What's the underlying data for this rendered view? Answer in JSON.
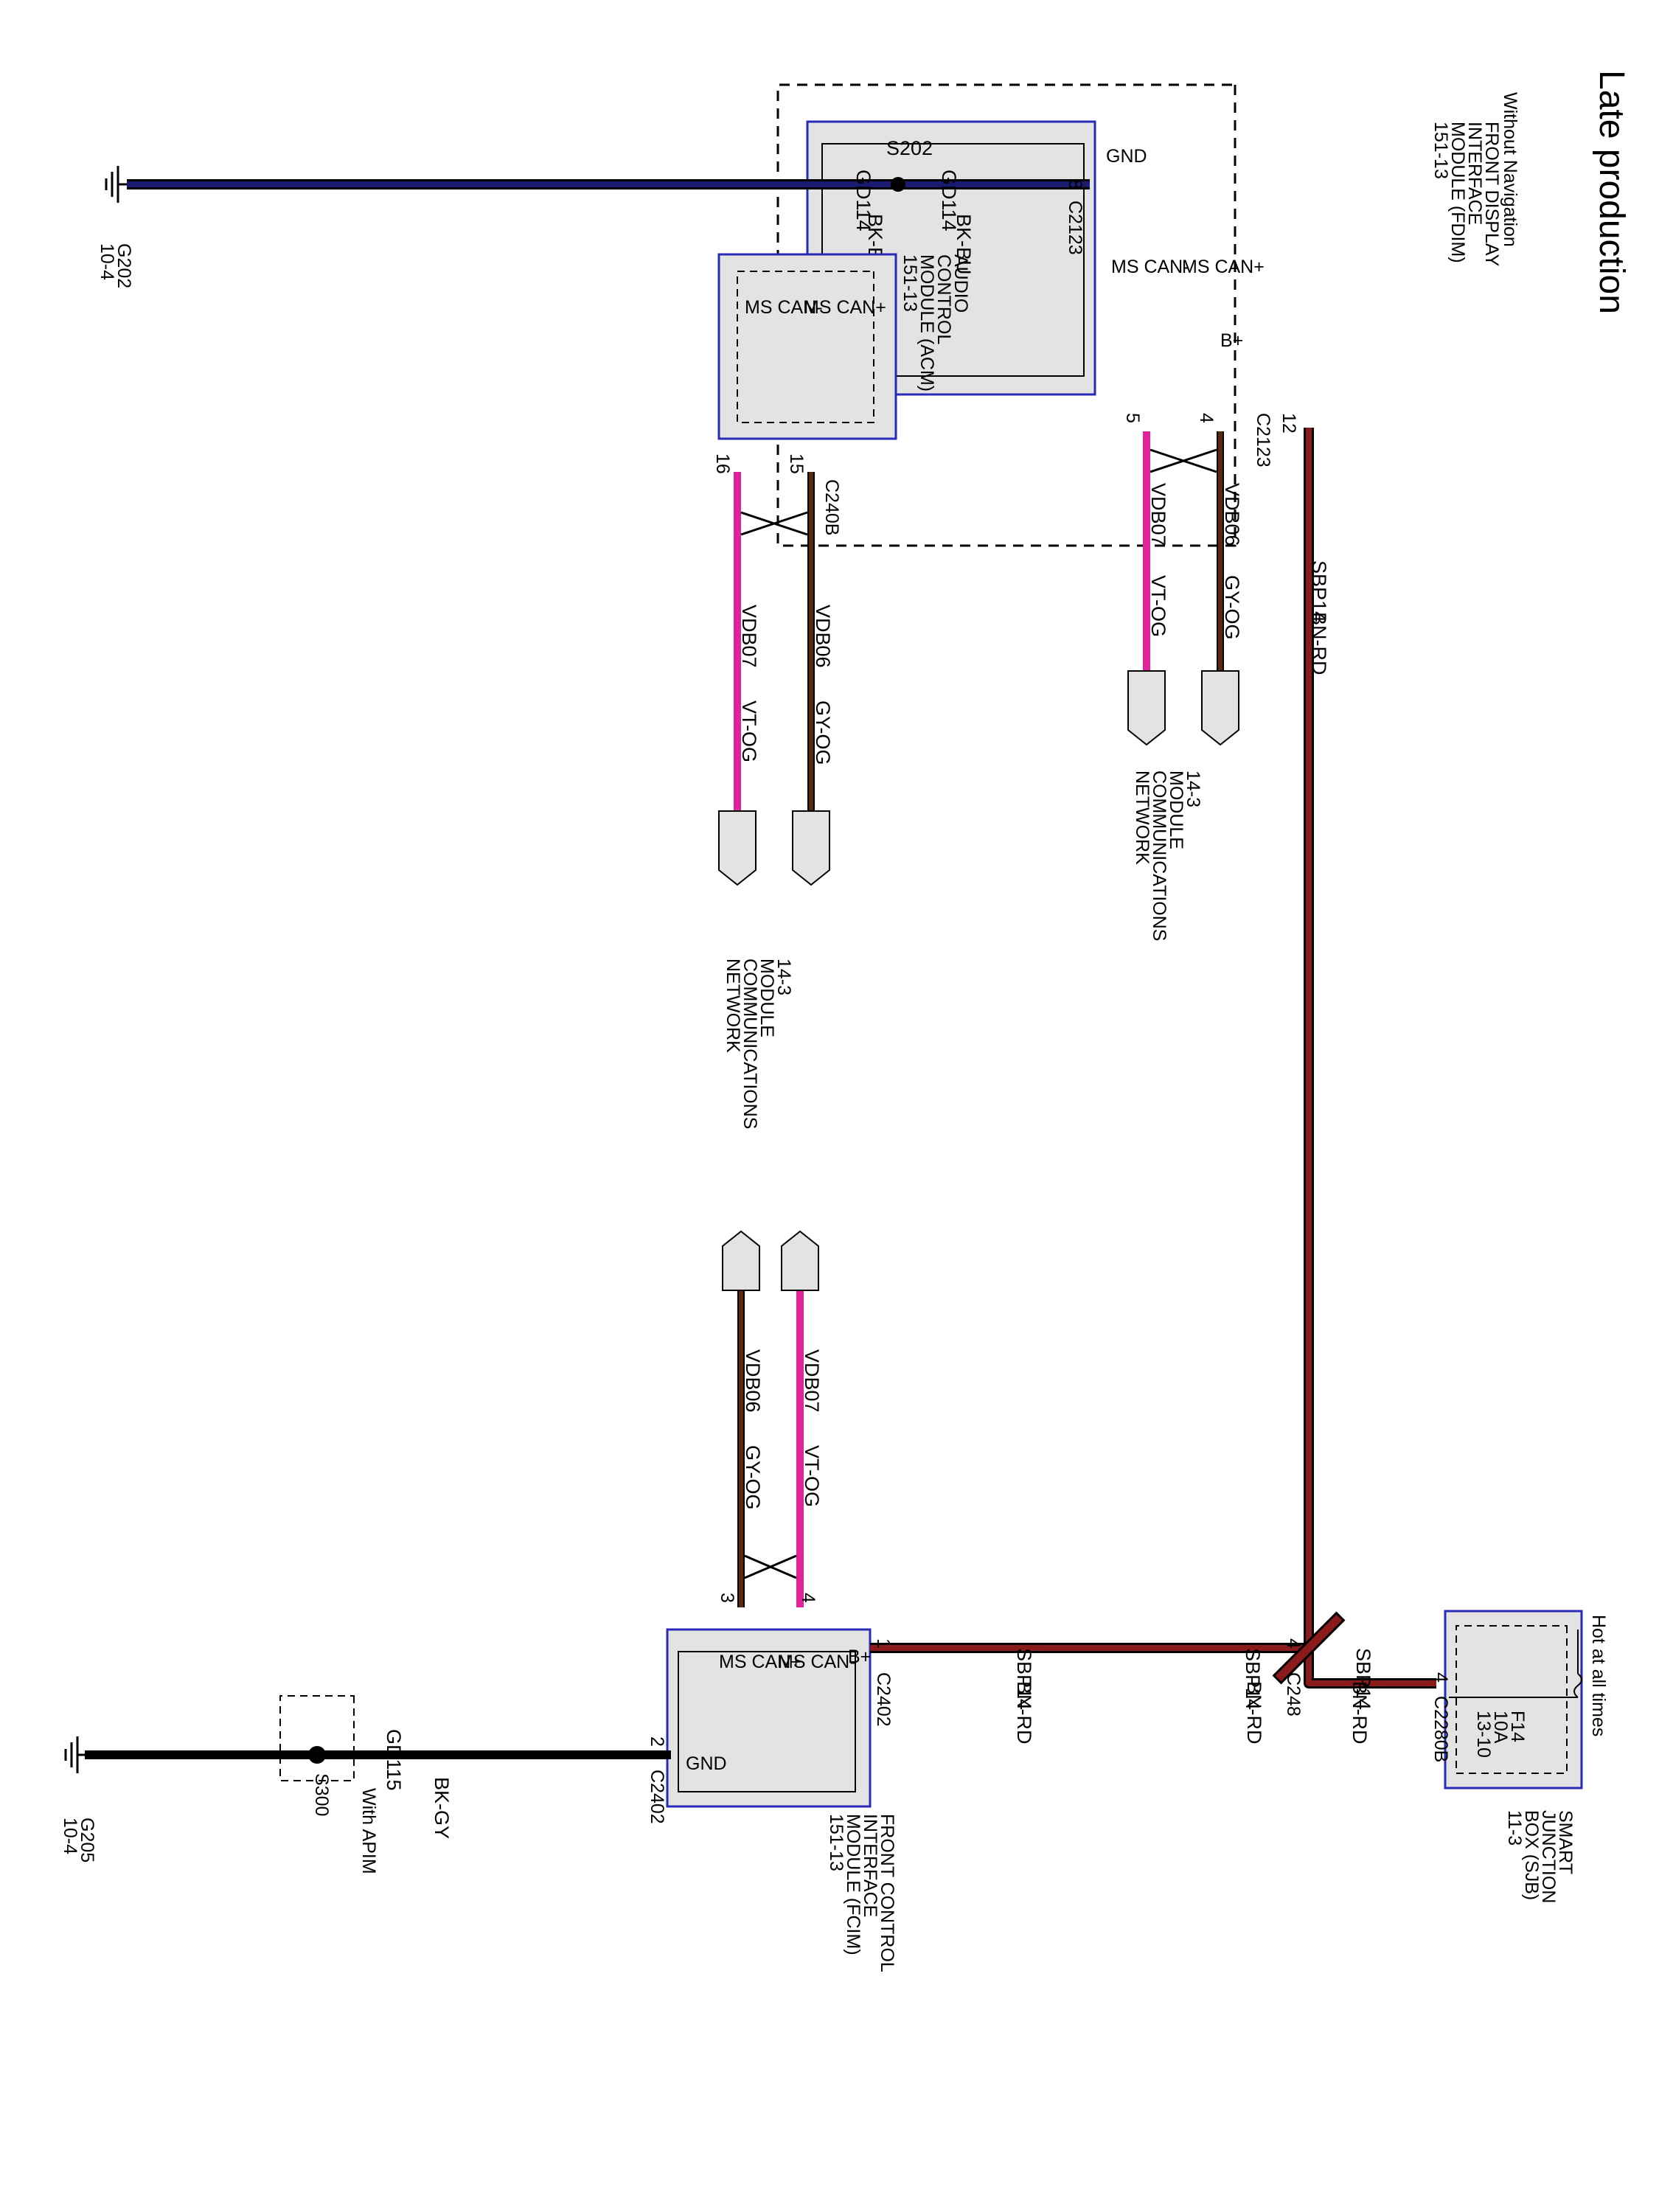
{
  "title": "Late production",
  "colors": {
    "bk_bu": "#1a1a6e",
    "bn_rd": "#8b1a1a",
    "vt_og": "#e0239a",
    "gy_og": "#5a2a10",
    "module_outline": "#2a2ab8",
    "module_fill": "#e3e3e3",
    "black": "#000000"
  },
  "fdim": {
    "condition": "Without Navigation",
    "name_lines": [
      "FRONT DISPLAY",
      "INTERFACE",
      "MODULE (FDIM)",
      "151-13"
    ],
    "pins": {
      "gnd": "GND",
      "can_plus": "MS CAN+",
      "can_minus": "MS CAN-",
      "bplus": "B+"
    },
    "connector": "C2123",
    "pin_gnd": "8",
    "pin_can_minus": "5",
    "pin_can_plus": "4",
    "pin_bplus": "12"
  },
  "acm": {
    "name_lines": [
      "AUDIO",
      "CONTROL",
      "MODULE (ACM)",
      "151-13"
    ],
    "pins": {
      "can_plus": "MS CAN+",
      "can_minus": "MS CAN-"
    },
    "connector": "C240B",
    "pin_can_plus": "15",
    "pin_can_minus": "16"
  },
  "fcim": {
    "name_lines": [
      "FRONT CONTROL",
      "INTERFACE",
      "MODULE (FCIM)",
      "151-13"
    ],
    "pins": {
      "bplus": "B+",
      "can_minus": "MS CAN-",
      "can_plus": "MS CAN+",
      "gnd": "GND"
    },
    "connector": "C2402",
    "pin_bplus": "1",
    "pin_can_minus": "4",
    "pin_can_plus": "3",
    "pin_gnd": "2"
  },
  "sjb": {
    "condition": "Hot at all times",
    "fuse_lines": [
      "F14",
      "10A",
      "13-10"
    ],
    "name_lines": [
      "SMART",
      "JUNCTION",
      "BOX (SJB)",
      "11-3"
    ],
    "connector": "C2280B",
    "pin": "4"
  },
  "c248": {
    "connector": "C248",
    "pin": "4"
  },
  "wires": {
    "gd114": {
      "circuit": "GD114",
      "color": "BK-BU"
    },
    "gd115": {
      "circuit": "GD115",
      "color": "BK-GY"
    },
    "sbp14": {
      "circuit": "SBP14",
      "color": "BN-RD"
    },
    "vdb06": {
      "circuit": "VDB06",
      "color": "GY-OG"
    },
    "vdb07": {
      "circuit": "VDB07",
      "color": "VT-OG"
    }
  },
  "splices": {
    "s202": "S202",
    "s300": "S300"
  },
  "s300_condition": "With APIM",
  "grounds": {
    "g202": [
      "G202",
      "10-4"
    ],
    "g205": [
      "G205",
      "10-4"
    ]
  },
  "network_ref": [
    "14-3",
    "MODULE",
    "COMMUNICATIONS",
    "NETWORK"
  ]
}
